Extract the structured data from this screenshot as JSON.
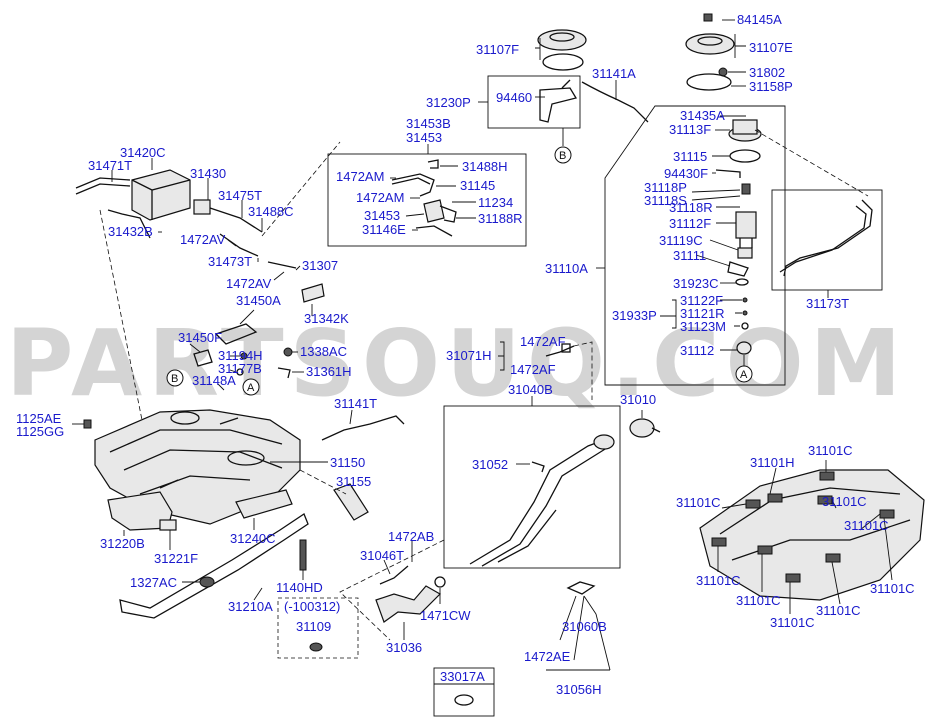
{
  "watermark": "PARTSOUQ.COM",
  "markers": {
    "a": "A",
    "b": "B"
  },
  "labels": {
    "p84145A": "84145A",
    "p31107F": "31107F",
    "p31107E": "31107E",
    "p31802": "31802",
    "p31158P": "31158P",
    "p31141A": "31141A",
    "p94460": "94460",
    "p31230P": "31230P",
    "p31453B": "31453B",
    "p31453": "31453",
    "p31435A": "31435A",
    "p31113F": "31113F",
    "p31115": "31115",
    "p94430F": "94430F",
    "p31118P": "31118P",
    "p31118S": "31118S",
    "p31118R": "31118R",
    "p31112F": "31112F",
    "p31119C": "31119C",
    "p31111": "31111",
    "p31110A": "31110A",
    "p31923C": "31923C",
    "p31122F": "31122F",
    "p31933P": "31933P",
    "p31121R": "31121R",
    "p31123M": "31123M",
    "p31112": "31112",
    "p31173T": "31173T",
    "p31420C": "31420C",
    "p31471T": "31471T",
    "p31430": "31430",
    "p31475T": "31475T",
    "p31488C": "31488C",
    "p31432B": "31432B",
    "p1472AV_1": "1472AV",
    "p31473T": "31473T",
    "p31307": "31307",
    "p1472AV_2": "1472AV",
    "p1472AM_1": "1472AM",
    "p31488H": "31488H",
    "p31145": "31145",
    "p1472AM_2": "1472AM",
    "p11234": "11234",
    "p31453_2": "31453",
    "p31188R": "31188R",
    "p31146E": "31146E",
    "p31450A": "31450A",
    "p31342K": "31342K",
    "p31450F": "31450F",
    "p31194H": "31194H",
    "p1338AC": "1338AC",
    "p31177B": "31177B",
    "p31361H": "31361H",
    "p31148A": "31148A",
    "p1472AF_1": "1472AF",
    "p31071H": "31071H",
    "p1472AF_2": "1472AF",
    "p31040B": "31040B",
    "p31010": "31010",
    "p1125AE": "1125AE",
    "p1125GG": "1125GG",
    "p31141T": "31141T",
    "p31150": "31150",
    "p31052": "31052",
    "p31155": "31155",
    "p31220B": "31220B",
    "p31221F": "31221F",
    "p31240C": "31240C",
    "p1472AB": "1472AB",
    "p31046T": "31046T",
    "p1327AC": "1327AC",
    "p1140HD": "1140HD",
    "p100312": "(-100312)",
    "p31109": "31109",
    "p31210A": "31210A",
    "p1471CW": "1471CW",
    "p31036": "31036",
    "p31060B": "31060B",
    "p1472AE": "1472AE",
    "p31056H": "31056H",
    "p33017A": "33017A",
    "p31101H": "31101H",
    "p31101C_1": "31101C",
    "p31101C_2": "31101C",
    "p31101C_3": "31101C",
    "p31101C_4": "31101C",
    "p31101C_5": "31101C",
    "p31101C_6": "31101C",
    "p31101C_7": "31101C",
    "p31101C_8": "31101C",
    "p31101C_9": "31101C"
  }
}
